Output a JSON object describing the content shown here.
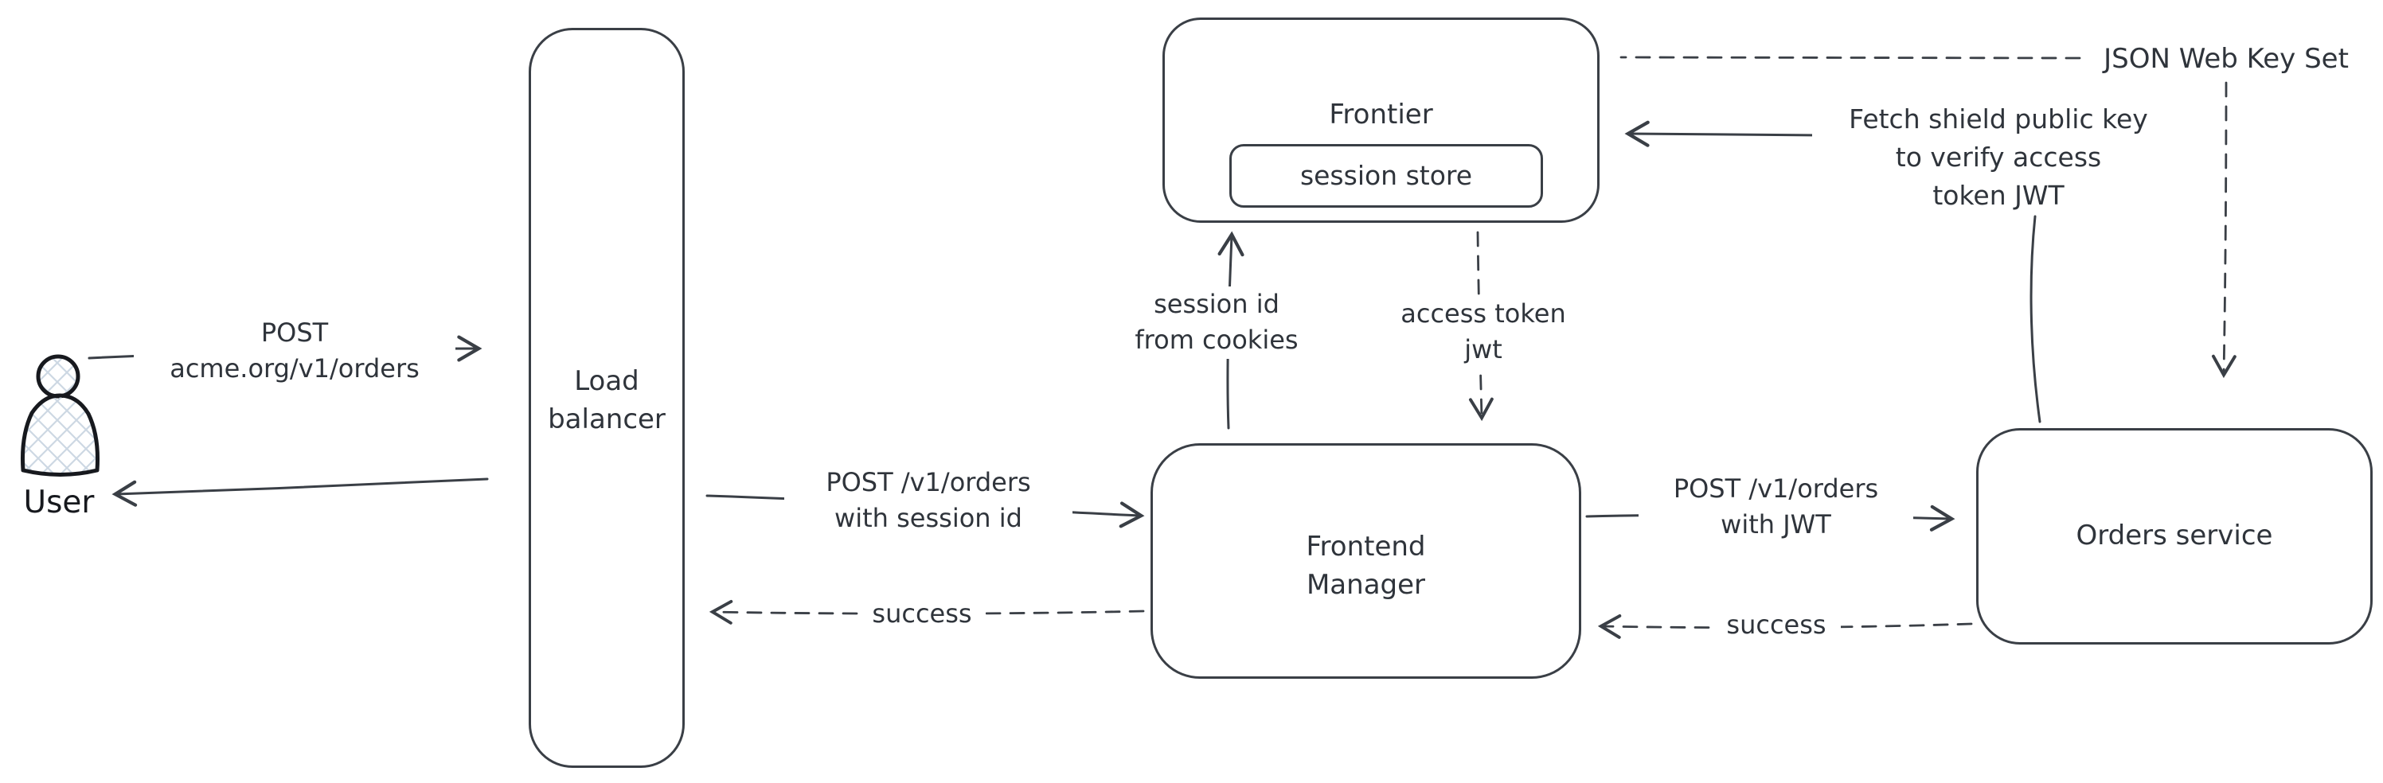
{
  "colors": {
    "background": "#ffffff",
    "stroke": "#3a3f46",
    "text": "#2f343b",
    "user_icon_stroke": "#17191e",
    "user_icon_hatch": "#cdd8e3"
  },
  "nodes": {
    "user": {
      "label": "User"
    },
    "load_balancer": {
      "label": "Load balancer"
    },
    "frontier": {
      "label": "Frontier",
      "session_store_label": "session store"
    },
    "frontend_manager": {
      "label": "Frontend Manager"
    },
    "orders_service": {
      "label": "Orders service"
    }
  },
  "edges": {
    "user_to_lb": {
      "line1": "POST",
      "line2": "acme.org/v1/orders"
    },
    "lb_to_fm": {
      "line1": "POST /v1/orders",
      "line2": "with session id"
    },
    "fm_to_lb": {
      "label": "success"
    },
    "fm_to_frontier": {
      "line1": "session id",
      "line2": "from cookies"
    },
    "frontier_to_fm": {
      "line1": "access token",
      "line2": "jwt"
    },
    "fm_to_orders": {
      "line1": "POST /v1/orders",
      "line2": "with JWT"
    },
    "orders_to_fm": {
      "label": "success"
    },
    "orders_to_frontier": {
      "line1": "Fetch shield public key",
      "line2": "to verify access",
      "line3": "token JWT"
    },
    "jwks": {
      "label": "JSON Web Key Set"
    }
  }
}
